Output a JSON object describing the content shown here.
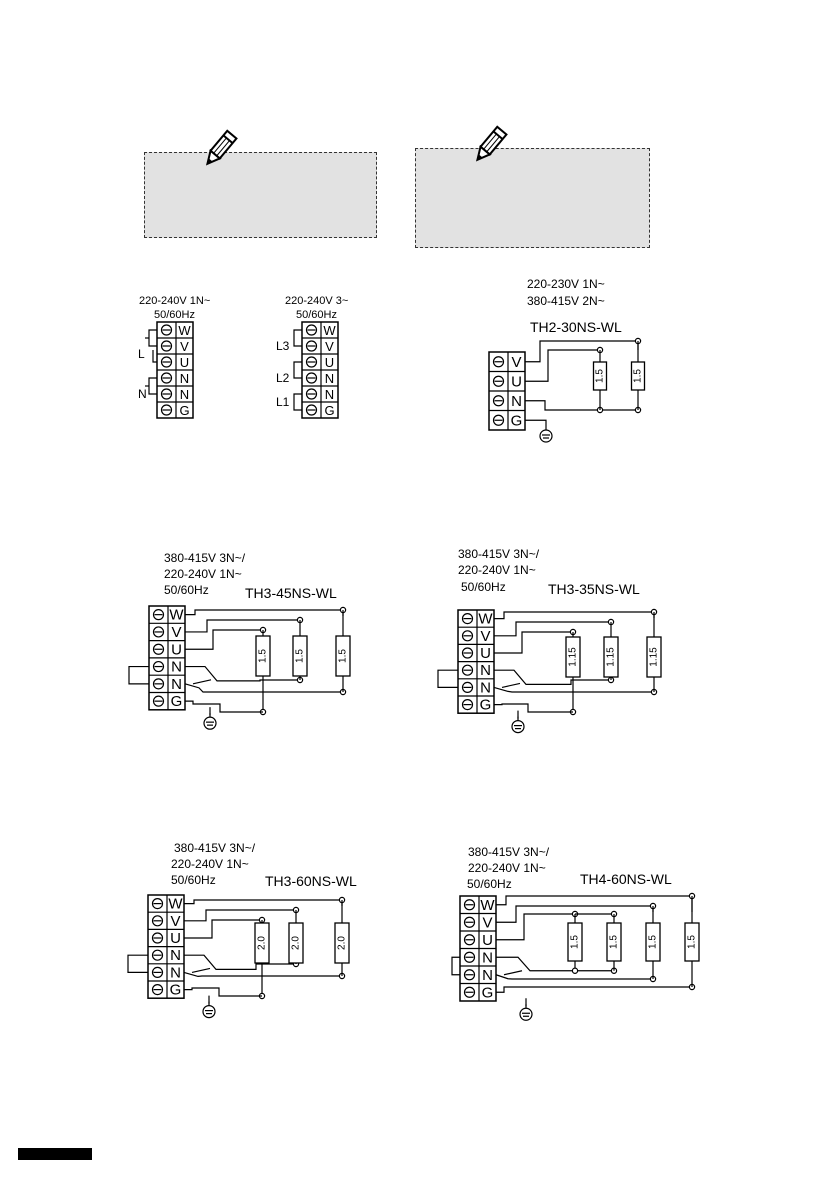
{
  "note_boxes": [
    {
      "name": "note-box-left",
      "icon": "pencil-icon"
    },
    {
      "name": "note-box-right",
      "icon": "pencil-icon"
    }
  ],
  "diagrams": {
    "d1": {
      "supply": [
        "220-240V 1N~",
        "50/60Hz"
      ],
      "supply_labels": [
        "L",
        "N"
      ],
      "terminals": [
        "W",
        "V",
        "U",
        "N",
        "N",
        "G"
      ]
    },
    "d2": {
      "supply": [
        "220-240V 3~",
        "50/60Hz"
      ],
      "supply_labels": [
        "L3",
        "L2",
        "L1"
      ],
      "terminals": [
        "W",
        "V",
        "U",
        "N",
        "N",
        "G"
      ]
    },
    "d3": {
      "supply": [
        "220-230V 1N~",
        "380-415V 2N~"
      ],
      "model": "TH2-30NS-WL",
      "terminals": [
        "V",
        "U",
        "N",
        "G"
      ],
      "resistors": [
        "1.5",
        "1.5"
      ]
    },
    "d4": {
      "supply": [
        "380-415V 3N~/",
        "220-240V 1N~",
        "50/60Hz"
      ],
      "model": "TH3-45NS-WL",
      "terminals": [
        "W",
        "V",
        "U",
        "N",
        "N",
        "G"
      ],
      "resistors": [
        "1.5",
        "1.5",
        "1.5"
      ]
    },
    "d5": {
      "supply": [
        "380-415V 3N~/",
        "220-240V 1N~",
        "50/60Hz"
      ],
      "model": "TH3-35NS-WL",
      "terminals": [
        "W",
        "V",
        "U",
        "N",
        "N",
        "G"
      ],
      "resistors": [
        "1.15",
        "1.15",
        "1.15"
      ]
    },
    "d6": {
      "supply": [
        "380-415V 3N~/",
        "220-240V 1N~",
        "50/60Hz"
      ],
      "model": "TH3-60NS-WL",
      "terminals": [
        "W",
        "V",
        "U",
        "N",
        "N",
        "G"
      ],
      "resistors": [
        "2.0",
        "2.0",
        "2.0"
      ]
    },
    "d7": {
      "supply": [
        "380-415V 3N~/",
        "220-240V 1N~",
        "50/60Hz"
      ],
      "model": "TH4-60NS-WL",
      "terminals": [
        "W",
        "V",
        "U",
        "N",
        "N",
        "G"
      ],
      "resistors": [
        "1.5",
        "1.5",
        "1.5",
        "1.5"
      ]
    }
  }
}
